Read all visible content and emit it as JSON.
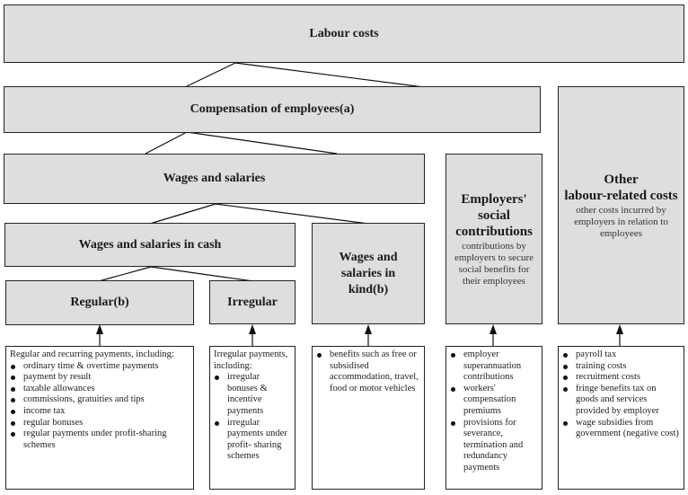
{
  "diagram": {
    "root": {
      "title": "Labour costs"
    },
    "compensation": {
      "title": "Compensation of employees(a)"
    },
    "other_costs": {
      "title_line1": "Other",
      "title_line2": "labour-related costs",
      "description": "other costs incurred by employers in relation to employees"
    },
    "wages_salaries": {
      "title": "Wages and salaries"
    },
    "social_contributions": {
      "title": "Employers' social contributions",
      "description": "contributions by employers to secure social benefits for their employees"
    },
    "wages_cash": {
      "title": "Wages and salaries in cash"
    },
    "wages_kind": {
      "title": "Wages and salaries in kind(b)"
    },
    "regular": {
      "title": "Regular(b)"
    },
    "irregular": {
      "title": "Irregular"
    },
    "details": {
      "regular": {
        "intro": "Regular and recurring payments, including:",
        "items": [
          "ordinary time & overtime payments",
          "payment by result",
          "taxable allowances",
          "commissions, gratuities and tips",
          "income tax",
          "regular bonuses",
          "regular payments under profit-sharing schemes"
        ]
      },
      "irregular": {
        "intro": "Irregular payments, including:",
        "items": [
          "irregular bonuses & incentive payments",
          "irregular payments under profit- sharing schemes"
        ]
      },
      "in_kind": {
        "items": [
          "benefits such as free or subsidised accommodation, travel, food or motor vehicles"
        ]
      },
      "social": {
        "items": [
          "employer superannuation contributions",
          "workers' compensation premiums",
          "provisions for severance, termination and redundancy payments"
        ]
      },
      "other": {
        "items": [
          "payroll tax",
          "training costs",
          "recruitment costs",
          "fringe benefits tax on goods and services provided by employer",
          "wage subsidies from government (negative cost)"
        ]
      }
    }
  }
}
